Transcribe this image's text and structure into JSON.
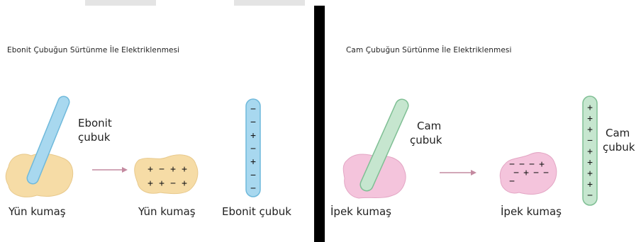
{
  "left_panel": {
    "title": "Ebonit Çubuğun Sürtünme İle Elektriklenmesi",
    "rod_label_line1": "Ebonit",
    "rod_label_line2": "çubuk",
    "cloth_label_before": "Yün kumaş",
    "cloth_label_after": "Yün kumaş",
    "charged_rod_label": "Ebonit çubuk",
    "cloth_charges_row1": [
      "+",
      "−",
      "+",
      "+"
    ],
    "cloth_charges_row2": [
      "+",
      "+",
      "−",
      "+"
    ],
    "rod_charges": [
      "−",
      "−",
      "+",
      "−",
      "+",
      "−",
      "−"
    ],
    "rod_color": "#a8d8ef",
    "cloth_color": "#f6dca6"
  },
  "right_panel": {
    "title": "Cam Çubuğun Sürtünme İle Elektriklenmesi",
    "rod_label_line1": "Cam",
    "rod_label_line2": "çubuk",
    "cloth_label_before": "İpek kumaş",
    "cloth_label_after": "İpek kumaş",
    "charged_rod_label_line1": "Cam",
    "charged_rod_label_line2": "çubuk",
    "cloth_charges": [
      "−",
      "−",
      "−",
      "+",
      "−",
      "+",
      "−",
      "−",
      "−"
    ],
    "rod_charges": [
      "+",
      "+",
      "+",
      "−",
      "+",
      "+",
      "+",
      "+",
      "−"
    ],
    "rod_color": "#c6e6cf",
    "cloth_color": "#f4c4dc"
  },
  "arrow_color": "#c48aa0"
}
